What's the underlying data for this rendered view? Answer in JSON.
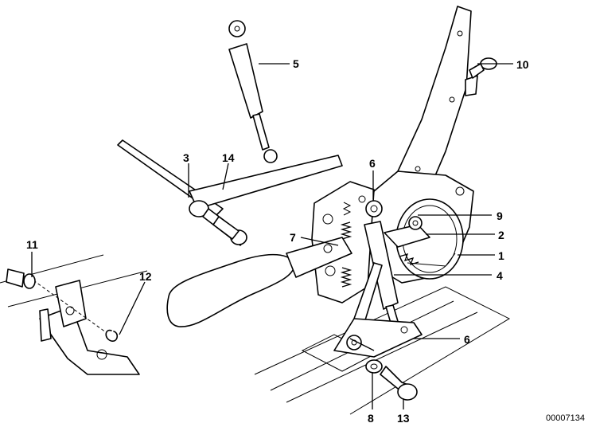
{
  "callouts": [
    {
      "id": "p1",
      "label": "1"
    },
    {
      "id": "p2",
      "label": "2"
    },
    {
      "id": "p3",
      "label": "3"
    },
    {
      "id": "p4",
      "label": "4"
    },
    {
      "id": "p5",
      "label": "5"
    },
    {
      "id": "p6a",
      "label": "6"
    },
    {
      "id": "p6b",
      "label": "6"
    },
    {
      "id": "p7",
      "label": "7"
    },
    {
      "id": "p8",
      "label": "8"
    },
    {
      "id": "p9",
      "label": "9"
    },
    {
      "id": "p10",
      "label": "10"
    },
    {
      "id": "p11",
      "label": "11"
    },
    {
      "id": "p12",
      "label": "12"
    },
    {
      "id": "p13",
      "label": "13"
    },
    {
      "id": "p14",
      "label": "14"
    }
  ],
  "document_number": "00007134"
}
